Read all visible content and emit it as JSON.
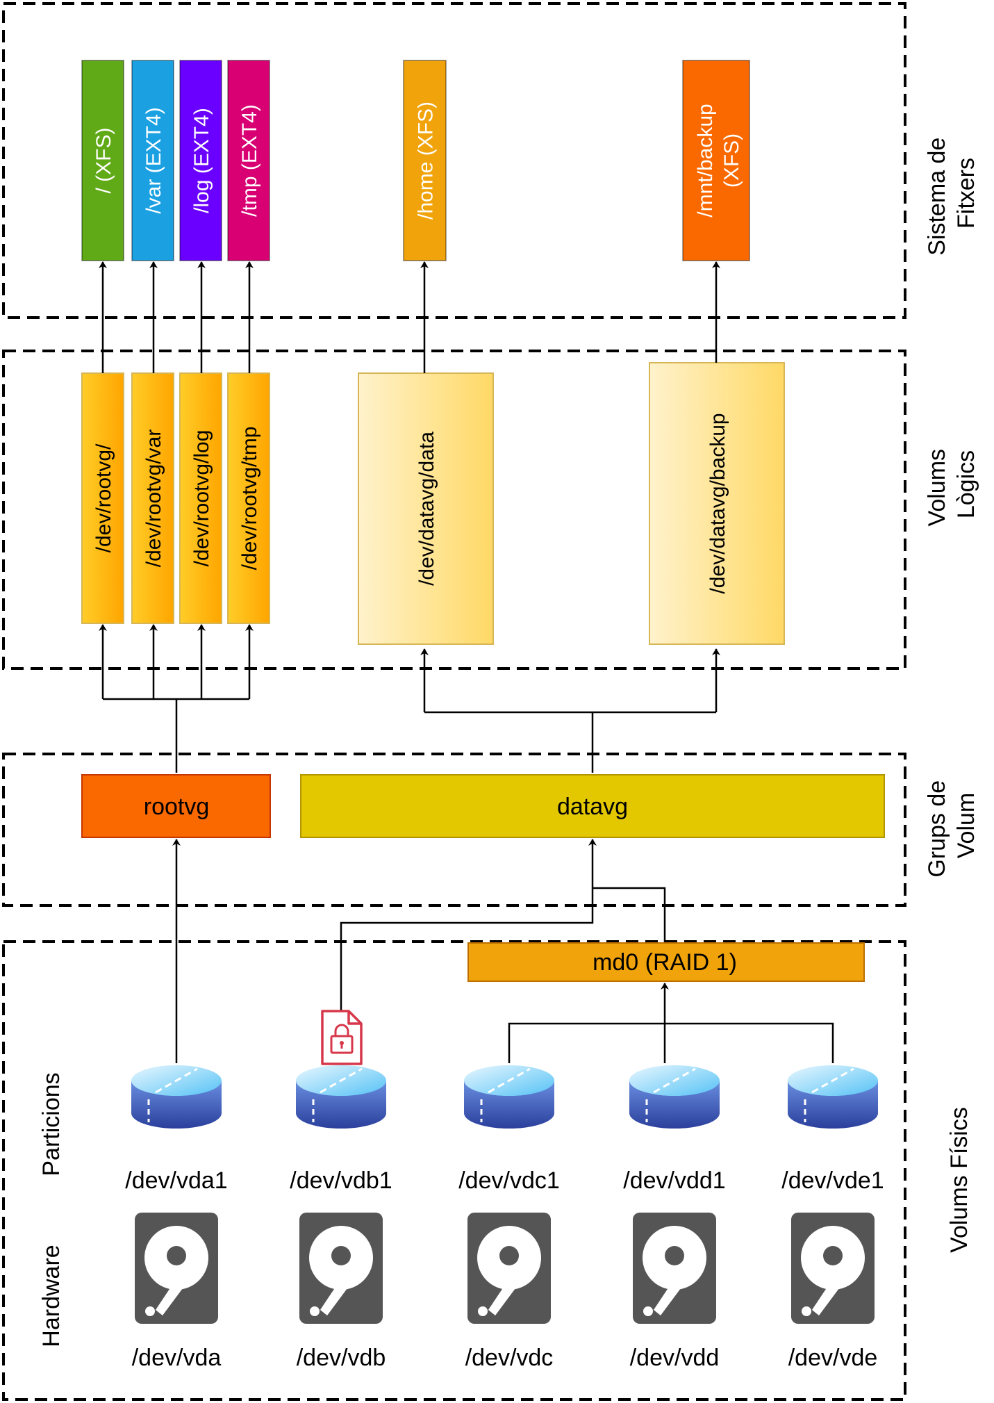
{
  "sections": {
    "filesystems": {
      "lines": [
        "Sistema de",
        "Fitxers"
      ]
    },
    "logical_volumes": {
      "lines": [
        "Volums",
        "Lògics"
      ]
    },
    "volume_groups": {
      "lines": [
        "Grups de",
        "Volum"
      ]
    },
    "physical_volumes": {
      "label": "Volums Físics"
    }
  },
  "filesystems": [
    {
      "label": "/ (XFS)",
      "color": "#60a917"
    },
    {
      "label": "/var (EXT4)",
      "color": "#1ba1e2"
    },
    {
      "label": "/log (EXT4)",
      "color": "#6a00ff"
    },
    {
      "label": "/tmp (EXT4)",
      "color": "#d80073"
    },
    {
      "label": "/home (XFS)",
      "color": "#f0a30a"
    },
    {
      "lines": [
        "/mnt/backup",
        "(XFS)"
      ],
      "color": "#fa6800"
    }
  ],
  "logical_volumes": [
    {
      "label": "/dev/rootvg/"
    },
    {
      "label": "/dev/rootvg/var"
    },
    {
      "label": "/dev/rootvg/log"
    },
    {
      "label": "/dev/rootvg/tmp"
    },
    {
      "label": "/dev/datavg/data"
    },
    {
      "label": "/dev/datavg/backup"
    }
  ],
  "volume_groups": {
    "rootvg": {
      "label": "rootvg",
      "color": "#fa6800"
    },
    "datavg": {
      "label": "datavg",
      "color": "#e3c800"
    }
  },
  "raid": {
    "label": "md0 (RAID 1)",
    "color": "#f0a30a"
  },
  "rows": {
    "partitions": "Particions",
    "hardware": "Hardware"
  },
  "partitions": [
    "/dev/vda1",
    "/dev/vdb1",
    "/dev/vdc1",
    "/dev/vdd1",
    "/dev/vde1"
  ],
  "disks": [
    "/dev/vda",
    "/dev/vdb",
    "/dev/vdc",
    "/dev/vdd",
    "/dev/vde"
  ],
  "icons": {
    "partition": "partition-disk-icon",
    "hardware": "hard-drive-icon",
    "encrypted": "encrypted-file-icon"
  }
}
